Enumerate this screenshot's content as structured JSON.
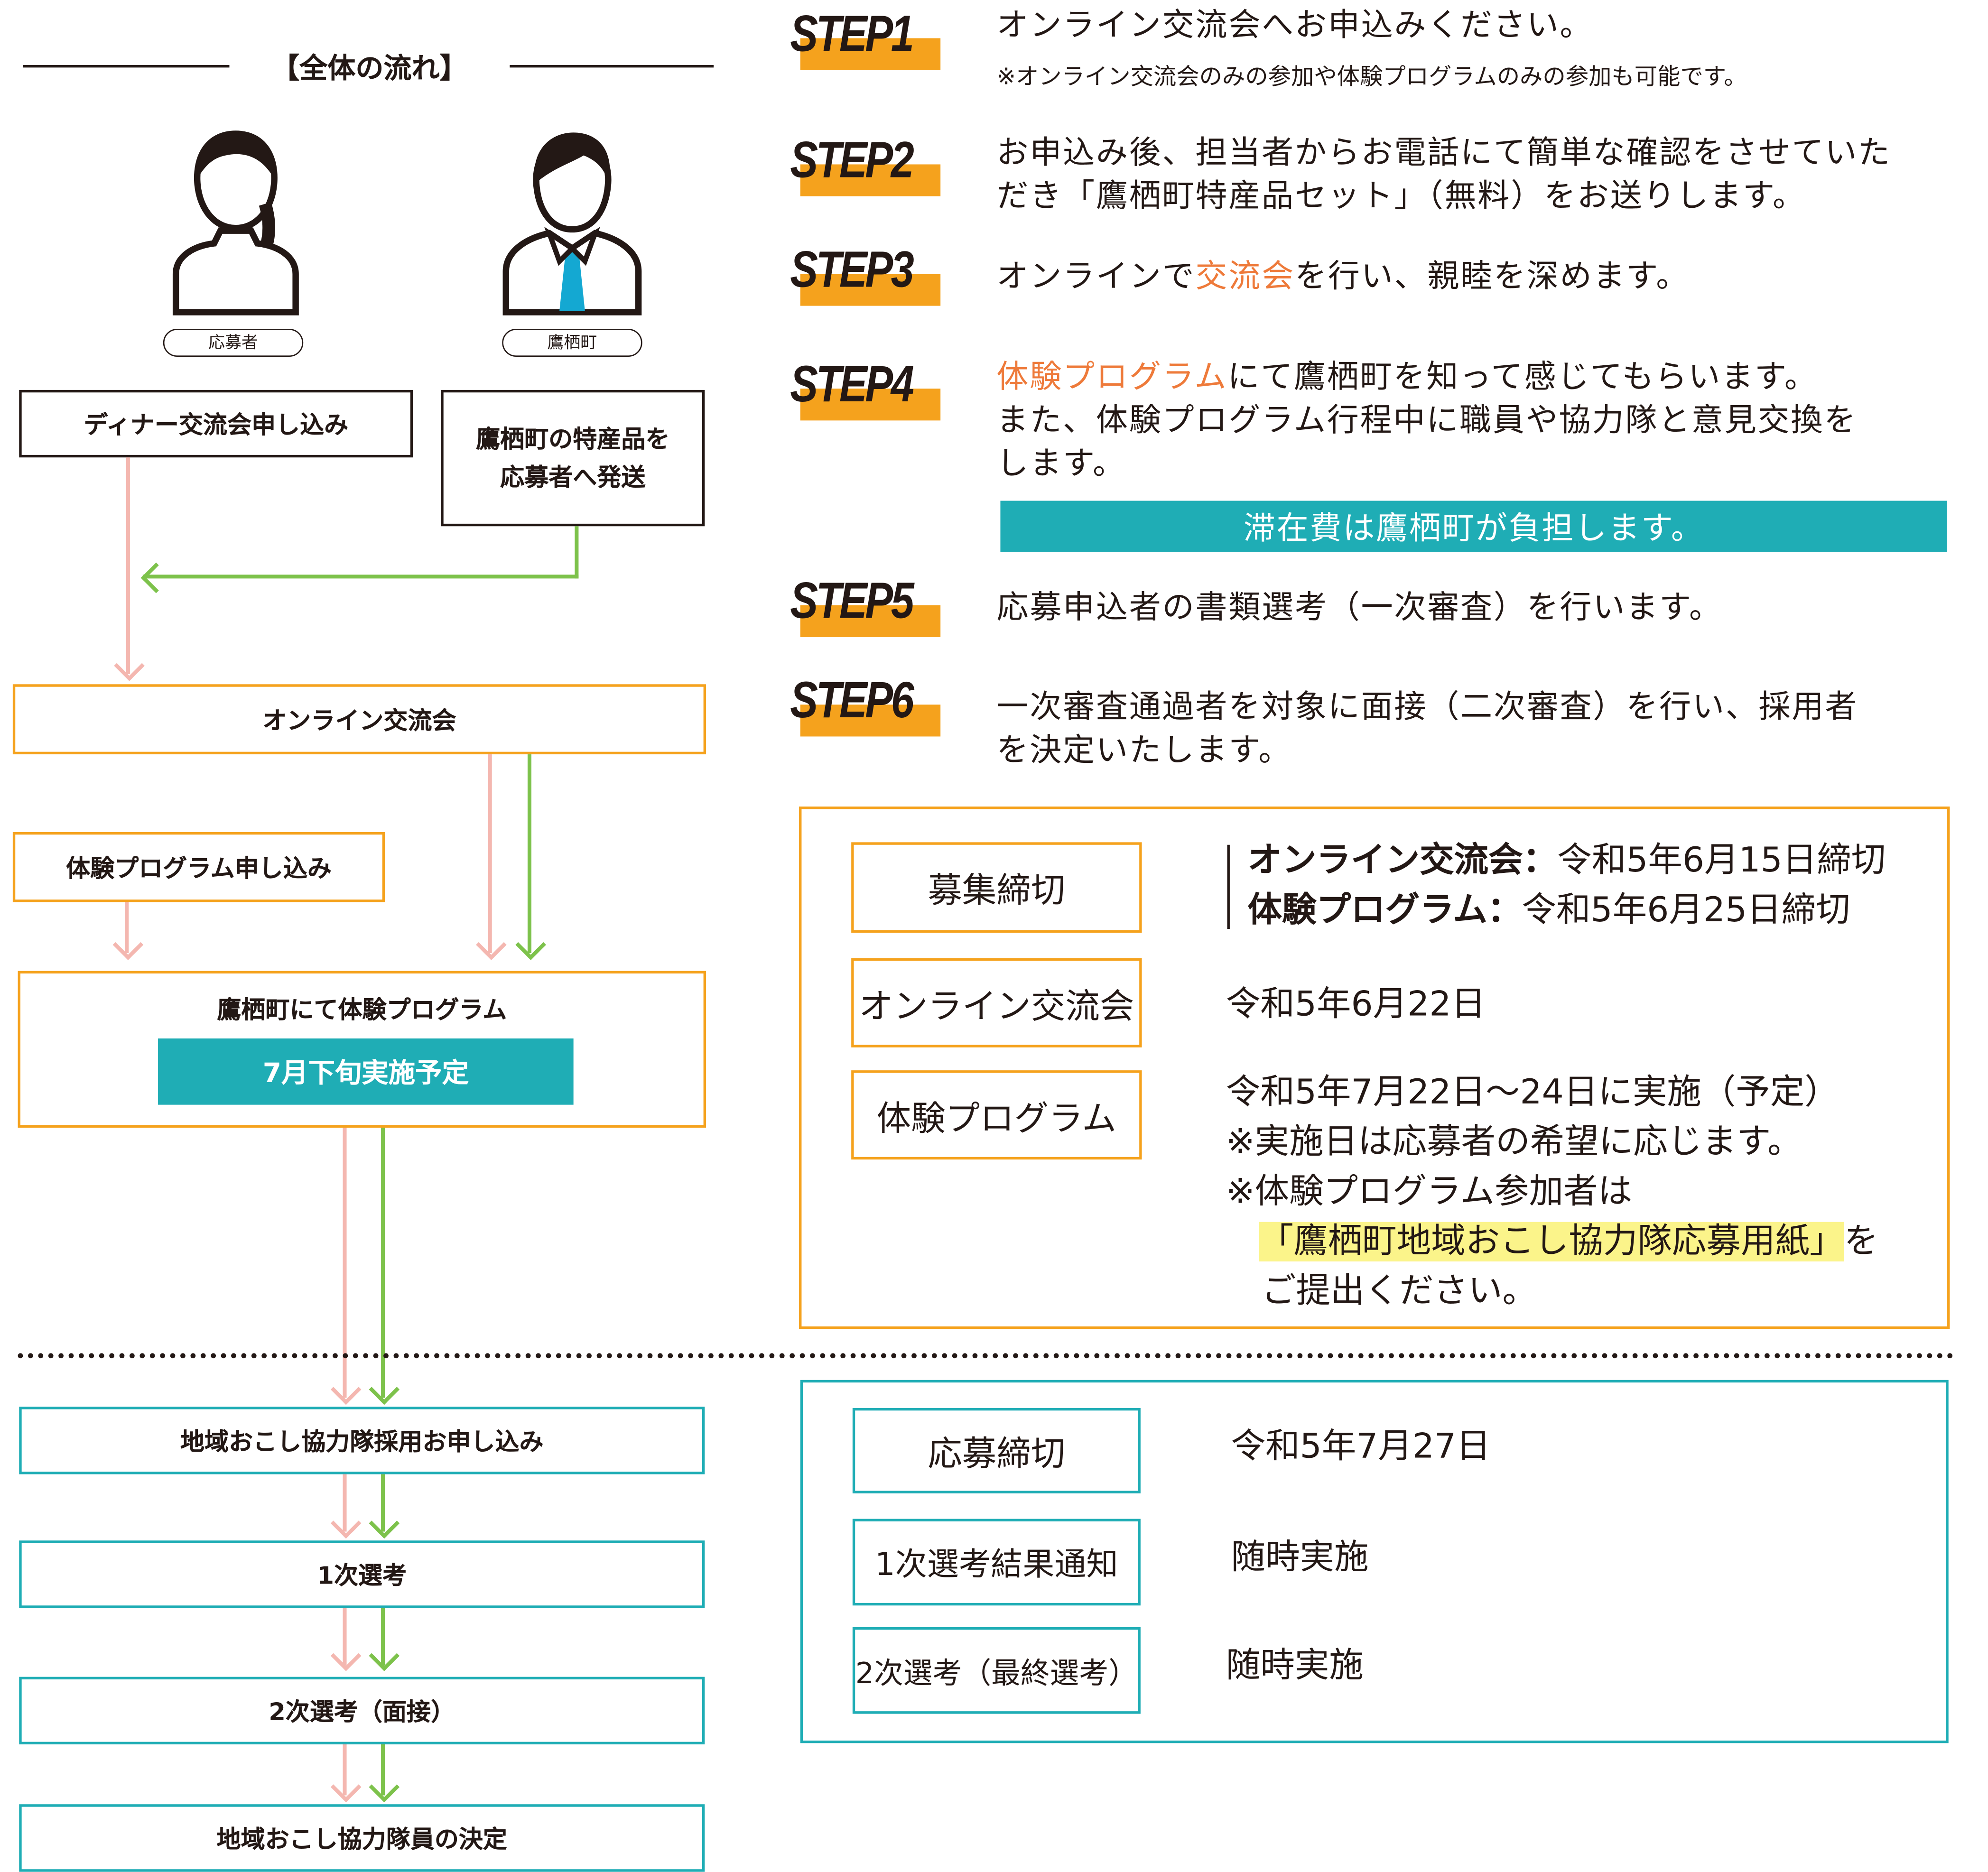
{
  "flow": {
    "title": "【全体の流れ】",
    "applicant_label": "応募者",
    "town_label": "鷹栖町",
    "dinner_apply": "ディナー交流会申し込み",
    "ship_line1": "鷹栖町の特産品を",
    "ship_line2": "応募者へ発送",
    "online_event": "オンライン交流会",
    "program_apply": "体験プログラム申し込み",
    "program_title": "鷹栖町にて体験プログラム",
    "program_schedule": "7月下旬実施予定",
    "recruit_apply": "地域おこし協力隊採用お申し込み",
    "first_selection": "1次選考",
    "second_selection": "2次選考（面接）",
    "decision": "地域おこし協力隊員の決定"
  },
  "steps": [
    {
      "label": "STEP1",
      "line1": "オンライン交流会へお申込みください。",
      "note": "※オンライン交流会のみの参加や体験プログラムのみの参加も可能です。"
    },
    {
      "label": "STEP2",
      "line1": "お申込み後、担当者からお電話にて簡単な確認をさせていた",
      "line2": "だき「鷹栖町特産品セット」（無料）をお送りします。"
    },
    {
      "label": "STEP3",
      "pre": "オンラインで",
      "highlight": "交流会",
      "post": "を行い、親睦を深めます。"
    },
    {
      "label": "STEP4",
      "highlight": "体験プログラム",
      "post": "にて鷹栖町を知って感じてもらいます。",
      "line2": "また、体験プログラム行程中に職員や協力隊と意見交換を",
      "line3": "します。",
      "banner": "滞在費は鷹栖町が負担します。"
    },
    {
      "label": "STEP5",
      "line1": "応募申込者の書類選考（一次審査）を行います。"
    },
    {
      "label": "STEP6",
      "line1": "一次審査通過者を対象に面接（二次審査）を行い、採用者",
      "line2": "を決定いたします。"
    }
  ],
  "schedule1": {
    "deadline_label": "募集締切",
    "deadline_online_key": "オンライン交流会：",
    "deadline_online_val": "令和5年6月15日締切",
    "deadline_program_key": "体験プログラム：",
    "deadline_program_val": "令和5年6月25日締切",
    "online_label": "オンライン交流会",
    "online_date": "令和5年6月22日",
    "program_label": "体験プログラム",
    "program_line1": "令和5年7月22日〜24日に実施（予定）",
    "program_line2": "※実施日は応募者の希望に応じます。",
    "program_line3": "※体験プログラム参加者は",
    "program_form": "「鷹栖町地域おこし協力隊応募用紙」",
    "program_line4_post": "を",
    "program_line5": "ご提出ください。"
  },
  "schedule2": {
    "deadline_label": "応募締切",
    "deadline_date": "令和5年7月27日",
    "first_label": "1次選考結果通知",
    "first_val": "随時実施",
    "second_label": "2次選考（最終選考）",
    "second_val": "随時実施"
  },
  "colors": {
    "orange": "#f5a21d",
    "teal": "#1fadb5",
    "pink": "#f4b7b0",
    "green": "#7dc24b",
    "accent_text": "#ee7a3a",
    "highlight": "#fbf48a"
  }
}
